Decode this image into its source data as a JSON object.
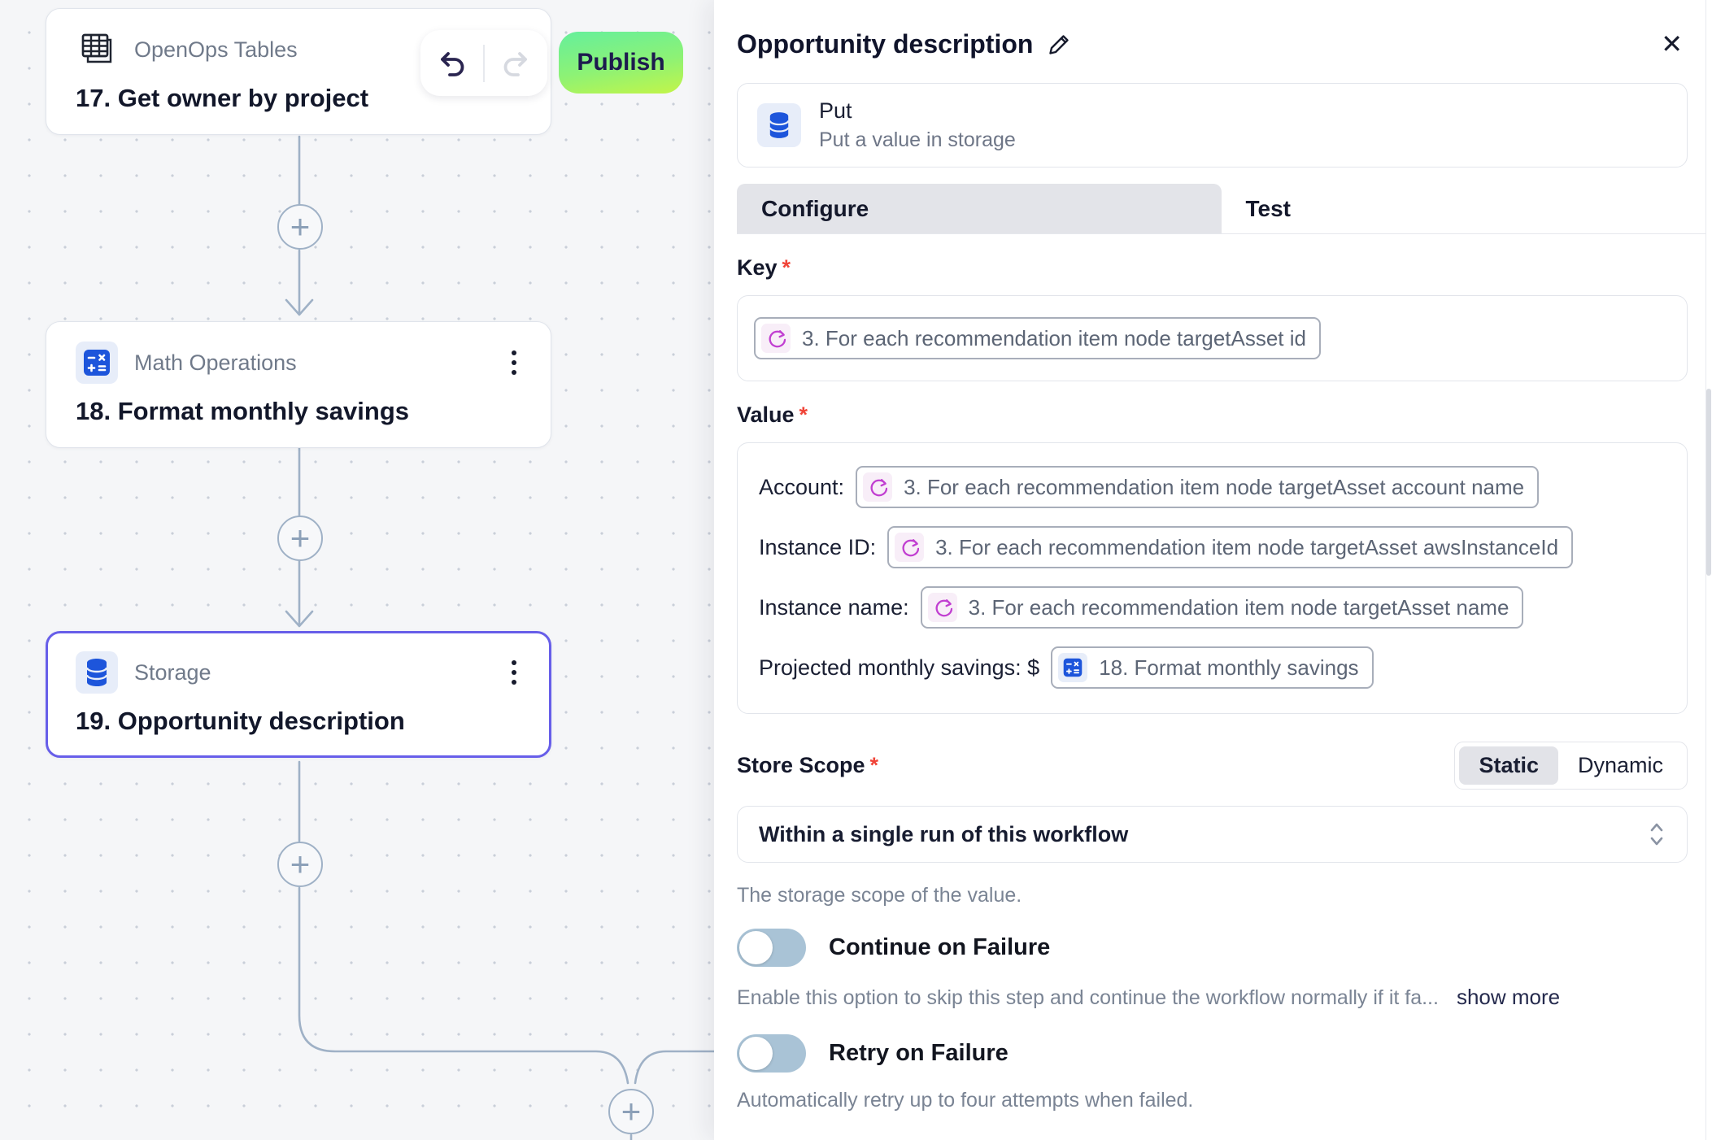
{
  "canvas": {
    "nodes": [
      {
        "app": "OpenOps Tables",
        "title": "17. Get owner by project"
      },
      {
        "app": "Math Operations",
        "title": "18. Format monthly savings"
      },
      {
        "app": "Storage",
        "title": "19. Opportunity description"
      }
    ],
    "publish_label": "Publish",
    "add_step_label": "+"
  },
  "panel": {
    "title": "Opportunity description",
    "close_label": "✕",
    "action": {
      "name": "Put",
      "description": "Put a value in storage"
    },
    "tabs": {
      "configure": "Configure",
      "test": "Test"
    },
    "key": {
      "label": "Key",
      "required_mark": "*",
      "token": "3. For each recommendation item node targetAsset id"
    },
    "value": {
      "label": "Value",
      "required_mark": "*",
      "rows": [
        {
          "prefix": "Account:",
          "token": "3. For each recommendation item node targetAsset account name"
        },
        {
          "prefix": "Instance ID:",
          "token": "3. For each recommendation item node targetAsset awsInstanceId"
        },
        {
          "prefix": "Instance name:",
          "token": "3. For each recommendation item node targetAsset name"
        },
        {
          "prefix": "Projected monthly savings: $",
          "token": "18. Format monthly savings"
        }
      ]
    },
    "store_scope": {
      "label": "Store Scope",
      "required_mark": "*",
      "static_label": "Static",
      "dynamic_label": "Dynamic",
      "selected": "Static",
      "value": "Within a single run of this workflow",
      "help": "The storage scope of the value."
    },
    "continue_on_failure": {
      "label": "Continue on Failure",
      "state": "off",
      "help": "Enable this option to skip this step and continue the workflow normally if it fa...",
      "show_more": "show more"
    },
    "retry_on_failure": {
      "label": "Retry on Failure",
      "state": "off",
      "help": "Automatically retry up to four attempts when failed."
    }
  },
  "colors": {
    "selected_node_border": "#675EE9",
    "publish_gradient_top": "#65EF9C",
    "publish_gradient_bottom": "#C3F548",
    "icon_blue": "#1D55DB",
    "loop_icon_pink": "#C13FD1",
    "required_red": "#F04438",
    "toggle_off": "#A9C3D6",
    "connector": "#9FB1C6"
  }
}
